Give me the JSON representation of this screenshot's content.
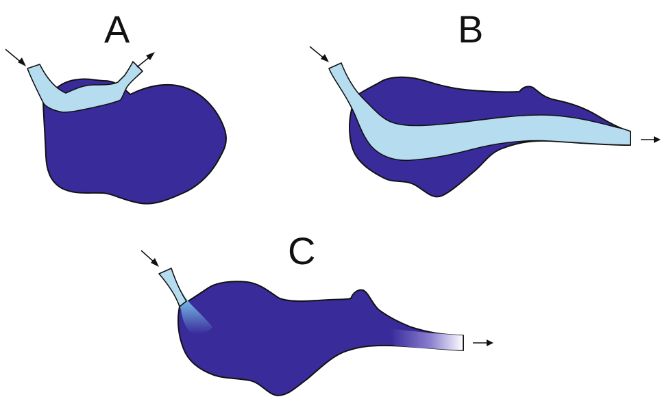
{
  "panels": [
    {
      "id": "A",
      "label": "A"
    },
    {
      "id": "B",
      "label": "B"
    },
    {
      "id": "C",
      "label": "C"
    }
  ],
  "colors": {
    "body": "#3a2b9b",
    "channel": "#b5dcef",
    "outline": "#111111",
    "background": "#ffffff"
  },
  "icons": {
    "inflow": "inflow-arrow-icon",
    "outflow": "outflow-arrow-icon"
  }
}
